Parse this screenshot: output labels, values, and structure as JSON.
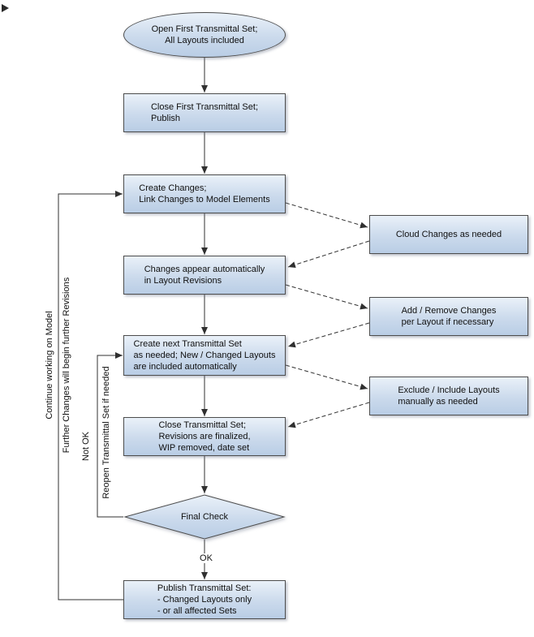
{
  "diagram": {
    "nodes": {
      "start": "Open First Transmittal Set;\nAll Layouts included",
      "close_first": "Close First Transmittal Set;\nPublish",
      "create_changes": "Create Changes;\nLink Changes to Model Elements",
      "changes_appear": "Changes appear automatically\nin Layout Revisions",
      "create_next": "Create next Transmittal Set\nas needed; New / Changed Layouts\nare included automatically",
      "close_set": "Close Transmittal Set;\nRevisions are finalized,\nWIP removed, date set",
      "final_check": "Final Check",
      "publish": "Publish Transmittal Set:\n- Changed Layouts only\n- or all affected Sets",
      "cloud_changes": "Cloud Changes as needed",
      "add_remove": "Add / Remove Changes\nper Layout if necessary",
      "exclude_include": "Exclude / Include Layouts\nmanually as needed"
    },
    "edge_labels": {
      "ok": "OK",
      "not_ok": "Not OK",
      "reopen": "Reopen Transmittal Set if needed",
      "continue_model": "Continue working on Model",
      "further_changes": "Further Changes will begin further Revisions"
    },
    "colors": {
      "node_fill_top": "#eaf1f9",
      "node_fill_bottom": "#b9cde5",
      "node_border": "#4d4d4d",
      "connector": "#303030",
      "text": "#101010",
      "background": "#ffffff"
    }
  }
}
